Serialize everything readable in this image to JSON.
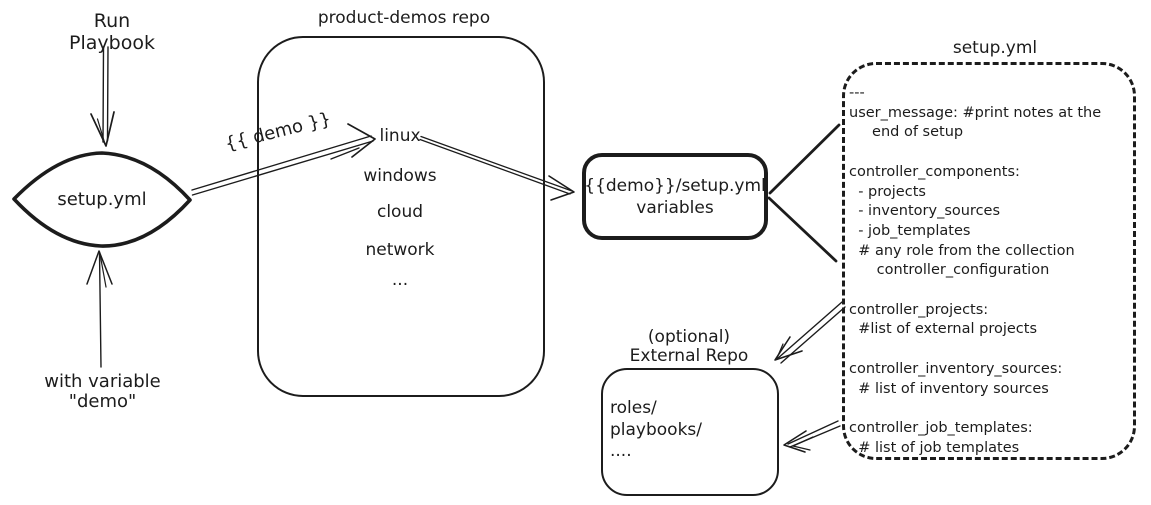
{
  "colors": {
    "ink": "#1c1c1c",
    "background": "#ffffff"
  },
  "flow": {
    "run_playbook_label": "Run Playbook",
    "diamond_label": "setup.yml",
    "with_variable_line1": "with variable",
    "with_variable_line2": "\"demo\"",
    "demo_arrow_label": "{{ demo }}"
  },
  "repo": {
    "title": "product-demos repo",
    "items": [
      "linux",
      "windows",
      "cloud",
      "network",
      "..."
    ]
  },
  "variables_box": {
    "line1": "{{demo}}/setup.yml",
    "line2": "variables"
  },
  "setup_yml_box": {
    "title": "setup.yml",
    "lines": [
      "---",
      "user_message: #print notes at the",
      "     end of setup",
      "",
      "controller_components:",
      "  - projects",
      "  - inventory_sources",
      "  - job_templates",
      "  # any role from the collection",
      "      controller_configuration",
      "",
      "controller_projects:",
      "  #list of external projects",
      "",
      "controller_inventory_sources:",
      "  # list of inventory sources",
      "",
      "controller_job_templates:",
      "  # list of job templates"
    ]
  },
  "external_repo": {
    "title_line1": "(optional)",
    "title_line2": "External Repo",
    "lines": [
      "roles/",
      "playbooks/",
      "...."
    ]
  }
}
